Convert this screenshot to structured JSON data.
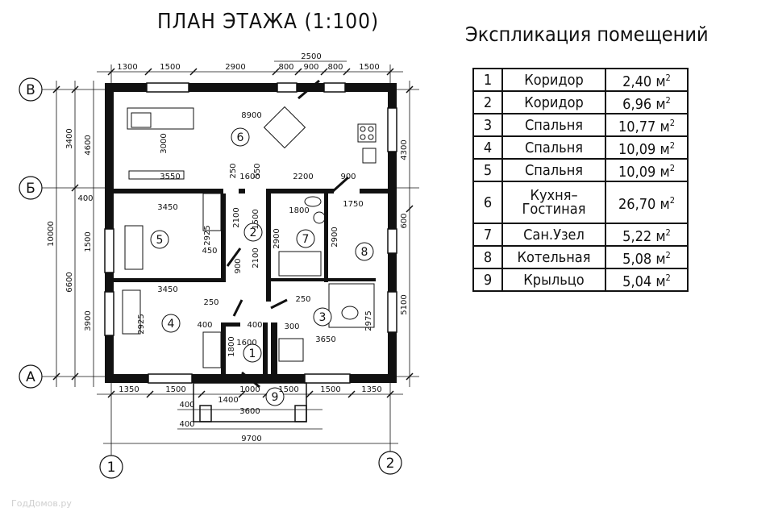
{
  "plan": {
    "title": "ПЛАН ЭТАЖА (1:100)",
    "axes": {
      "b_top": "В",
      "b_mid": "Б",
      "a": "А",
      "one": "1",
      "two": "2"
    },
    "rooms": [
      "1",
      "2",
      "3",
      "4",
      "5",
      "6",
      "7",
      "8",
      "9"
    ],
    "dims_top": [
      "1300",
      "1500",
      "2900",
      "800",
      "900",
      "800",
      "1500"
    ],
    "dim_top_over": "2500",
    "dims_bottom": [
      "1350",
      "1500",
      "1000",
      "1500",
      "1500",
      "1350"
    ],
    "dims_bottom_inner": [
      "400",
      "1400",
      "3600",
      "400"
    ],
    "dim_total_bottom": "9700",
    "dim_left_total": "10000",
    "dims_left_outer": [
      "3400",
      "6600"
    ],
    "dims_left_inner": [
      "4600",
      "1500",
      "3900"
    ],
    "dim_left_400": "400",
    "dims_right": [
      "4300",
      "600",
      "5100"
    ],
    "dims_interior": {
      "r6_w": "8900",
      "r6_h": "3000",
      "r6_sofa": "3550",
      "c250": "250",
      "c1600": "1600",
      "c2200": "2200",
      "c900": "900",
      "c550": "550",
      "r5_w": "3450",
      "r5_h": "2925",
      "r5_450": "450",
      "r2_2100": "2100",
      "r2_1500": "1500",
      "r2_2100b": "2100",
      "r2_900": "900",
      "r7_w": "1800",
      "r7_h": "2900",
      "r8_w": "1750",
      "r8_h": "2900",
      "r4_w": "3450",
      "r4_h": "2925",
      "r4_250": "250",
      "r4_400": "400",
      "r3_250": "250",
      "r3_300": "300",
      "r3_w": "3650",
      "r3_h": "2975",
      "r1_1600": "1600",
      "r1_1800": "1800",
      "d400": "400"
    },
    "watermark": "ГодДомов.ру"
  },
  "explication": {
    "title": "Экспликация помещений",
    "rows": [
      {
        "n": "1",
        "name": "Коридор",
        "area": "2,40 м",
        "sup": "2"
      },
      {
        "n": "2",
        "name": "Коридор",
        "area": "6,96 м",
        "sup": "2"
      },
      {
        "n": "3",
        "name": "Спальня",
        "area": "10,77 м",
        "sup": "2"
      },
      {
        "n": "4",
        "name": "Спальня",
        "area": "10,09 м",
        "sup": "2"
      },
      {
        "n": "5",
        "name": "Спальня",
        "area": "10,09 м",
        "sup": "2"
      },
      {
        "n": "6",
        "name": "Кухня–\nГостиная",
        "area": "26,70 м",
        "sup": "2"
      },
      {
        "n": "7",
        "name": "Сан.Узел",
        "area": "5,22 м",
        "sup": "2"
      },
      {
        "n": "8",
        "name": "Котельная",
        "area": "5,08 м",
        "sup": "2"
      },
      {
        "n": "9",
        "name": "Крыльцо",
        "area": "5,04 м",
        "sup": "2"
      }
    ]
  }
}
